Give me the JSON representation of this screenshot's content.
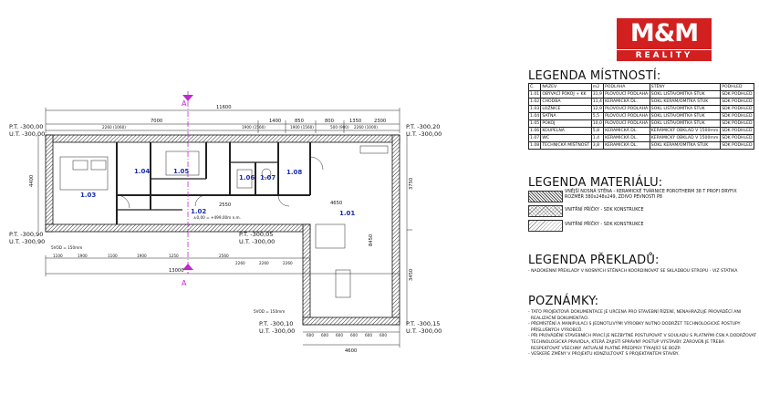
{
  "brand": {
    "main": "M&M",
    "sub": "REALITY",
    "color": "#d21f1f"
  },
  "headings": {
    "rooms": "LEGENDA MÍSTNOSTÍ:",
    "materials": "LEGENDA MATERIÁLU:",
    "lintels": "LEGENDA PŘEKLADŮ:",
    "notes": "POZNÁMKY:"
  },
  "rooms_table": {
    "columns": [
      "Č.",
      "NÁZEV",
      "m2",
      "PODLAHA",
      "STĚNY",
      "PODHLED"
    ],
    "rows": [
      [
        "1.01",
        "OBÝVACÍ POKOJ + KK",
        "31,9",
        "PLOVOUCÍ PODLAHA",
        "SOKL LIŠTA/OMÍTKA ŠTUK",
        "SDK PODHLED"
      ],
      [
        "1.02",
        "CHODBA",
        "11,4",
        "KERAMICKÁ DL.",
        "SOKL KERAM/OMÍTKA ŠTUK",
        "SDK PODHLED"
      ],
      [
        "1.03",
        "LOŽNICE",
        "12,9",
        "PLOVOUCÍ PODLAHA",
        "SOKL LIŠTA/OMÍTKA ŠTUK",
        "SDK PODHLED"
      ],
      [
        "1.04",
        "ŠATNA",
        "5,5",
        "PLOVOUCÍ PODLAHA",
        "SOKL LIŠTA/OMÍTKA ŠTUK",
        "SDK PODHLED"
      ],
      [
        "1.05",
        "POKOJ",
        "10,0",
        "PLOVOUCÍ PODLAHA",
        "SOKL LIŠTA/OMÍTKA ŠTUK",
        "SDK PODHLED"
      ],
      [
        "1.06",
        "KOUPELNA",
        "5,8",
        "KERAMICKÁ DL.",
        "KERAMICKÝ OBKLAD V 1500mm",
        "SDK PODHLED"
      ],
      [
        "1.07",
        "WC",
        "1,4",
        "KERAMICKÁ DL.",
        "KERAMICKÝ OBKLAD V 1500mm",
        "SDK PODHLED"
      ],
      [
        "1.08",
        "TECHNICKÁ MÍSTNOST",
        "3,8",
        "KERAMICKÁ DL.",
        "SOKL KERAM/OMÍTKA ŠTUK",
        "SDK PODHLED"
      ]
    ]
  },
  "materials": [
    {
      "text": "VNĚJŠÍ NOSNÁ STĚNA - KERAMICKÉ TVÁRNICE POROTHERM 38 T PROFI DRYFIX ROZMĚR 380x248x249, ZDIVO PEVNOSTI P8"
    },
    {
      "text": "VNITŘNÍ PŘÍČKY - SDK KONSTRUKCE"
    },
    {
      "text": "VNITŘNÍ PŘÍČKY - SDK KONSTRUKCE"
    }
  ],
  "lintels_text": "- NADOKENNÍ PŘEKLADY V NOSNÝCH STĚNÁCH KOORDINOVAT SE SKLADBOU STROPU - VIZ STATIKA",
  "notes": [
    "- TATO PROJEKTOVÁ DOKUMENTACE JE URČENA PRO STAVEBNÍ ŘÍZENÍ, NENAHRAZUJE PROVÁDĚCÍ ANI",
    "  REALIZAČNÍ DOKUMENTACI.",
    "- PŘEMÍSTĚNÍ A MANIPULACI S JEDNOTLIVÝMI VÝROBKY NUTNO DODRŽET TECHNOLOGICKÉ POSTUPY",
    "  PŘÍSLUŠNÝCH VÝROBCŮ.",
    "- PŘI PROVÁDĚNÍ STAVEBNÍCH PRACÍ JE NEZBYTNÉ POSTUPOVAT V SOULADU S PLATNÝMI ČSN A DODRŽOVAT",
    "  TECHNOLOGICKÁ PRAVIDLA, KTERÁ ZAJISTÍ SPRÁVNÝ POSTUP VÝSTAVBY. ZÁROVEŇ JE TŘEBA",
    "  RESPEKTOVAT VŠECHNY AKTUÁLNÍ PLATNÉ PŘEDPISY TÝKAJÍCÍ SE BOZP.",
    "- VEŠKERÉ ZMĚNY V PROJEKTU KONZULTOVAT S PROJEKTANTEM STAVBY."
  ],
  "plan": {
    "room_labels": [
      "1.01",
      "1.02",
      "1.03",
      "1.04",
      "1.05",
      "1.06",
      "1.07",
      "1.08"
    ],
    "elevations": {
      "pt_tl": "P.T. -300,00",
      "ut_tl": "U.T. -300,00",
      "pt_tr": "P.T. -300,20",
      "ut_tr": "U.T. -300,00",
      "pt_ml": "P.T. -300,90",
      "ut_ml": "U.T. -300,90",
      "pt_mc": "P.T. -300,05",
      "ut_mc": "U.T. -300,00",
      "pt_bc": "P.T. -300,10",
      "ut_bc": "U.T. -300,00",
      "pt_br": "P.T. -300,15",
      "ut_br": "U.T. -300,00",
      "pt_bl": "5VOD = 150mm",
      "ut_bl": "5VOD = 150mm"
    },
    "section_mark": "A",
    "zero_level": "±0,00 = +499,00m n.m.",
    "dims_top": {
      "total": "11600",
      "a": "7000",
      "b": "1400",
      "c": "850",
      "d": "800",
      "e": "1350",
      "f": "2300"
    },
    "dims_top2": [
      "2260 (1060)",
      "1900 (1560)",
      "1900 (1560)",
      "500 (900)",
      "2260 (1000)"
    ],
    "dims_bottom": {
      "total": "13000",
      "right": "4600"
    },
    "dims_bottom2": [
      "1100",
      "1900",
      "1100",
      "1900",
      "1250",
      "2560",
      "2260",
      "2260",
      "2260"
    ],
    "dims_bottom3": [
      "600",
      "600",
      "600",
      "600",
      "600",
      "600"
    ],
    "dims_side": {
      "left": "4400",
      "right_top": "3750",
      "right_bottom": "3450",
      "inner_right": "8450",
      "inner_a": "4650",
      "inner_b": "2550"
    }
  }
}
